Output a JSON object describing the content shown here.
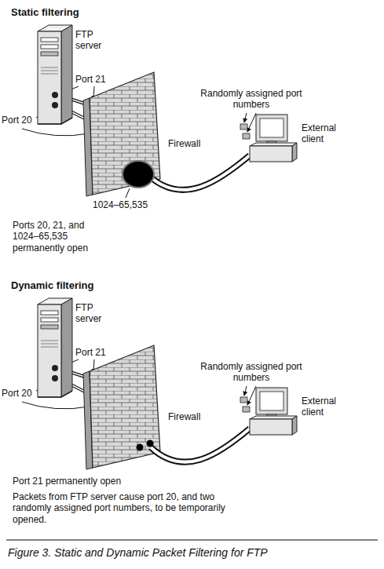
{
  "diagram": {
    "caption": "Figure 3. Static and Dynamic Packet Filtering for FTP",
    "nodes": [
      {
        "text": [
          "FTP server"
        ]
      },
      {
        "text": [
          "FTP server"
        ]
      }
    ],
    "labels": [
      "Static filtering",
      "Port 21",
      "Port 20",
      "Firewall",
      "Randomly assigned port numbers",
      "External client",
      "1024–65,535",
      "Ports 20, 21, and 1024–65,535 permanently open",
      "Dynamic filtering",
      "Port 21",
      "Port 20",
      "Firewall",
      "Randomly assigned port numbers",
      "External client",
      "Port 21 permanently open",
      "Packets from FTP server cause port 20, and two randomly assigned port numbers, to be temporarily opened."
    ]
  }
}
